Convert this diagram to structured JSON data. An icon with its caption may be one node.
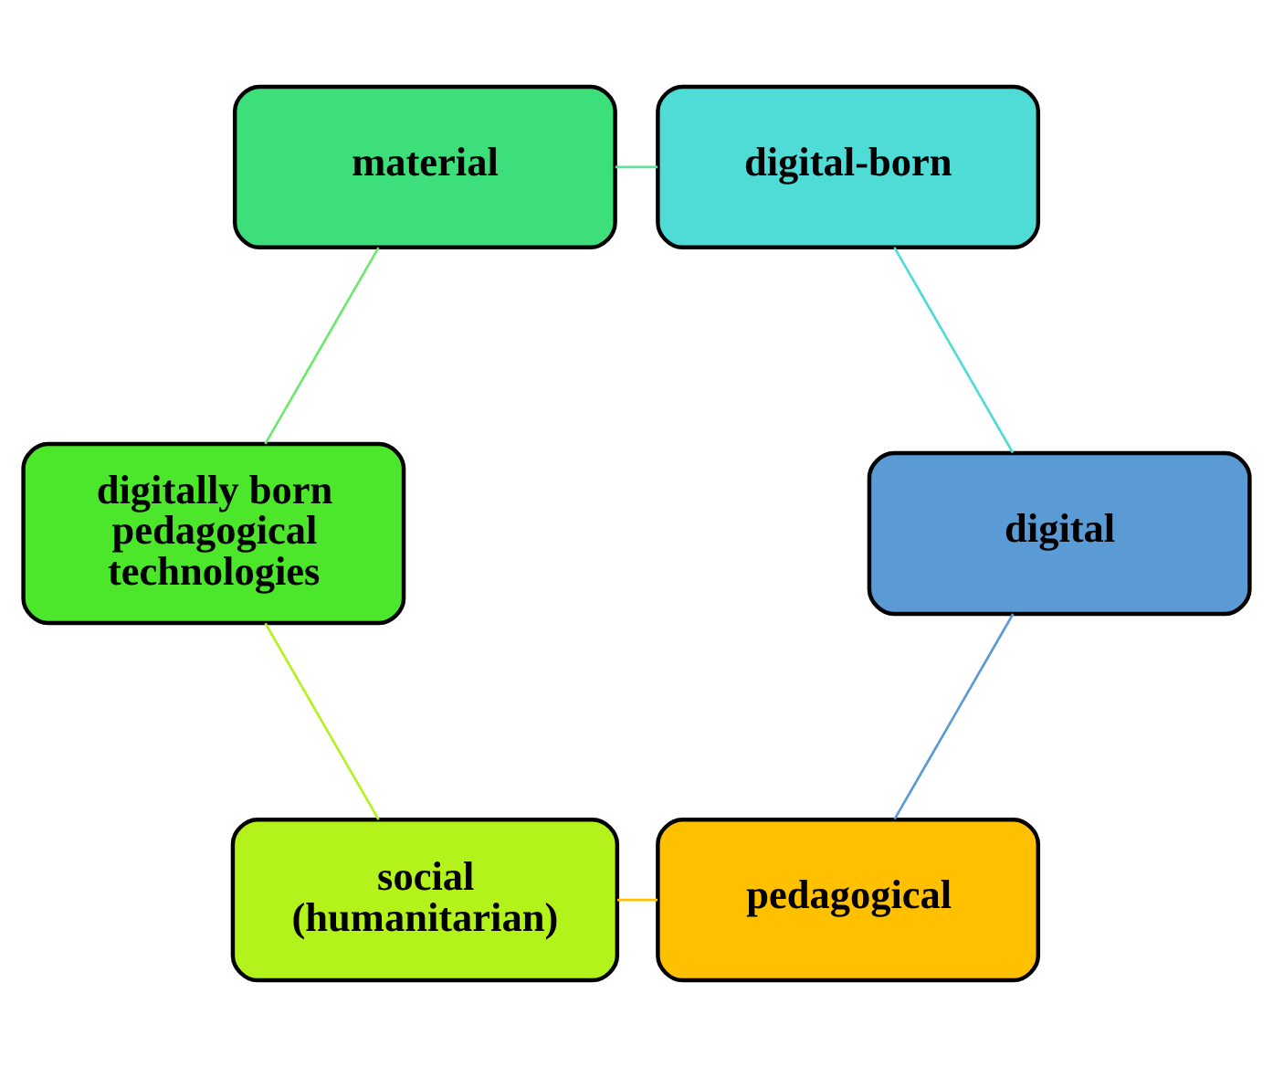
{
  "diagram": {
    "nodes": [
      {
        "text": [
          "pedagogical"
        ]
      },
      {
        "text": [
          "digital"
        ]
      },
      {
        "text": [
          "social (humanitarian)"
        ]
      },
      {
        "text": [
          "digital-born"
        ]
      },
      {
        "text": [
          "digitally born pedagogical technologies"
        ]
      },
      {
        "text": [
          "material"
        ]
      }
    ],
    "edges": [
      {
        "from": 0,
        "to": 2,
        "arrow": "none",
        "color": "#ffc000"
      },
      {
        "from": 2,
        "to": 4,
        "arrow": "none",
        "color": "#b3f21a"
      },
      {
        "from": 4,
        "to": 5,
        "arrow": "none",
        "color": "#6ee86e"
      },
      {
        "from": 5,
        "to": 3,
        "arrow": "none",
        "color": "#5fe39a"
      },
      {
        "from": 3,
        "to": 1,
        "arrow": "none",
        "color": "#4fdbd6"
      },
      {
        "from": 1,
        "to": 0,
        "arrow": "none",
        "color": "#5b9bd5"
      }
    ]
  }
}
